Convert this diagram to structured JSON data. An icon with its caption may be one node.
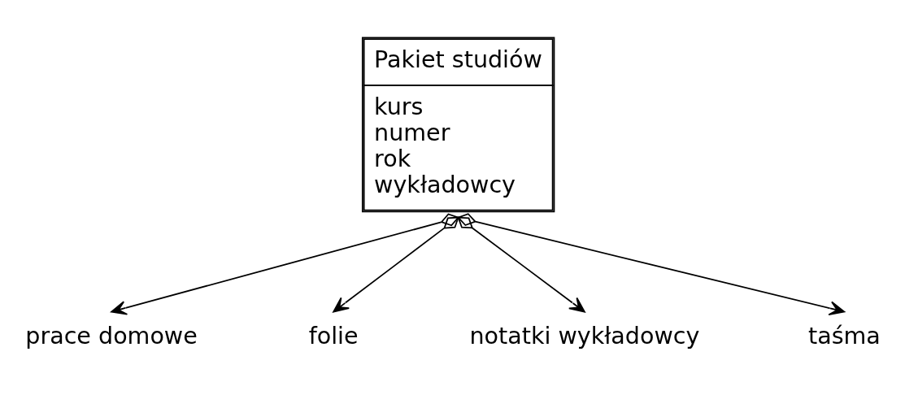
{
  "diagram": {
    "nodes": [
      {
        "text": [
          "Pakiet studiów",
          "kurs",
          "numer",
          "rok",
          "wykładowcy"
        ]
      },
      {
        "text": [
          "prace domowe"
        ]
      },
      {
        "text": [
          "folie"
        ]
      },
      {
        "text": [
          "notatki wykładowcy"
        ]
      },
      {
        "text": [
          "taśma"
        ]
      }
    ],
    "edges": [
      {
        "from": 0,
        "to": 1,
        "arrow": "to"
      },
      {
        "from": 0,
        "to": 2,
        "arrow": "to"
      },
      {
        "from": 0,
        "to": 3,
        "arrow": "to"
      },
      {
        "from": 0,
        "to": 4,
        "arrow": "to"
      }
    ]
  }
}
